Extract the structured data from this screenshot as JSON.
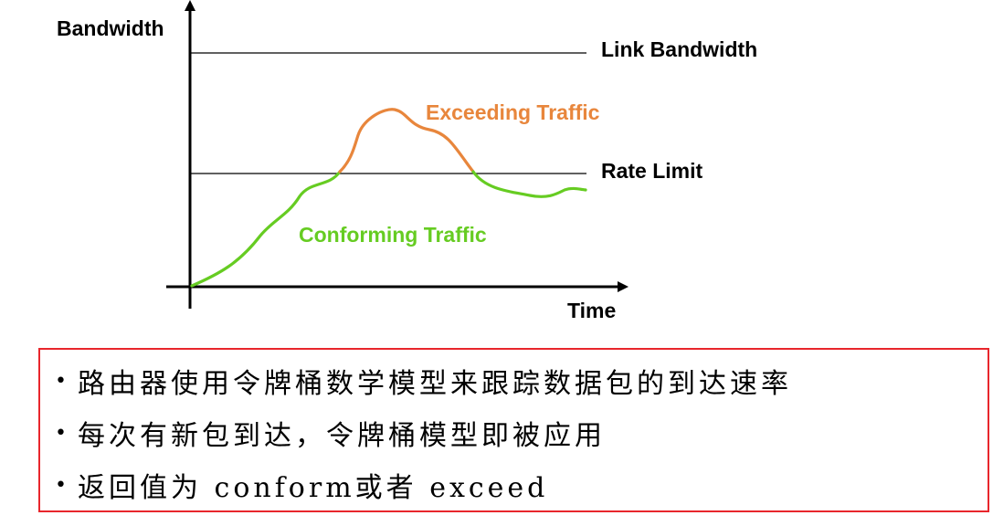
{
  "diagram": {
    "y_axis_label": "Bandwidth",
    "x_axis_label": "Time",
    "link_bandwidth_label": "Link Bandwidth",
    "rate_limit_label": "Rate Limit",
    "exceeding_label": "Exceeding Traffic",
    "conforming_label": "Conforming Traffic",
    "colors": {
      "axis": "#000000",
      "conforming": "#66cc22",
      "exceeding": "#e8863c"
    }
  },
  "notes": {
    "items": [
      "路由器使用令牌桶数学模型来跟踪数据包的到达速率",
      "每次有新包到达，令牌桶模型即被应用",
      "返回值为 conform或者 exceed"
    ],
    "border_color": "#e8262c"
  }
}
